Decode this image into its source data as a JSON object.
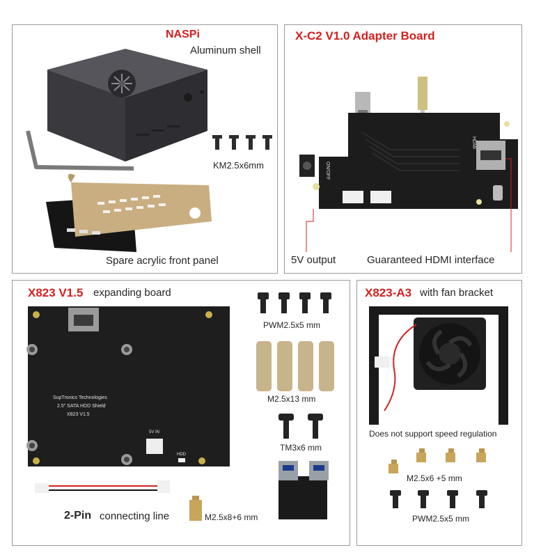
{
  "panels": {
    "naspi": {
      "title": "NASPi",
      "subtitle": "Aluminum shell",
      "screw_label": "KM2.5x6mm",
      "bottom_label": "Spare acrylic front panel"
    },
    "adapter": {
      "title": "X-C2 V1.0 Adapter Board",
      "label_left": "5V output",
      "label_right": "Guaranteed HDMI interface",
      "silk_onoff": "ON/OFF",
      "silk_hdmi": "HDMI"
    },
    "expanding": {
      "title": "X823 V1.5",
      "title_suffix": "expanding board",
      "board_line1": "SupTronics Technologies",
      "board_line2": "2.5\" SATA HDD Shield",
      "board_line3": "X823  V1.5",
      "silk_5vin": "5V IN",
      "silk_hdd": "HDD",
      "screw_label_1": "PWM2.5x5 mm",
      "spacer_label": "M2.5x13 mm",
      "screw_label_2": "TM3x6 mm",
      "cable_label_bold": "2-Pin",
      "cable_label": "connecting line",
      "standoff_label": "M2.5x8+6 mm"
    },
    "fan": {
      "title": "X823-A3",
      "title_suffix": "with fan bracket",
      "note": "Does not support speed regulation",
      "standoff_label": "M2.5x6 +5 mm",
      "screw_label": "PWM2.5x5 mm"
    }
  },
  "colors": {
    "accent_red": "#d42020",
    "panel_border": "#9a9a9a",
    "case_metal": "#3a3a3e",
    "pcb_black": "#1c1c1c",
    "brass": "#c8a55a"
  }
}
